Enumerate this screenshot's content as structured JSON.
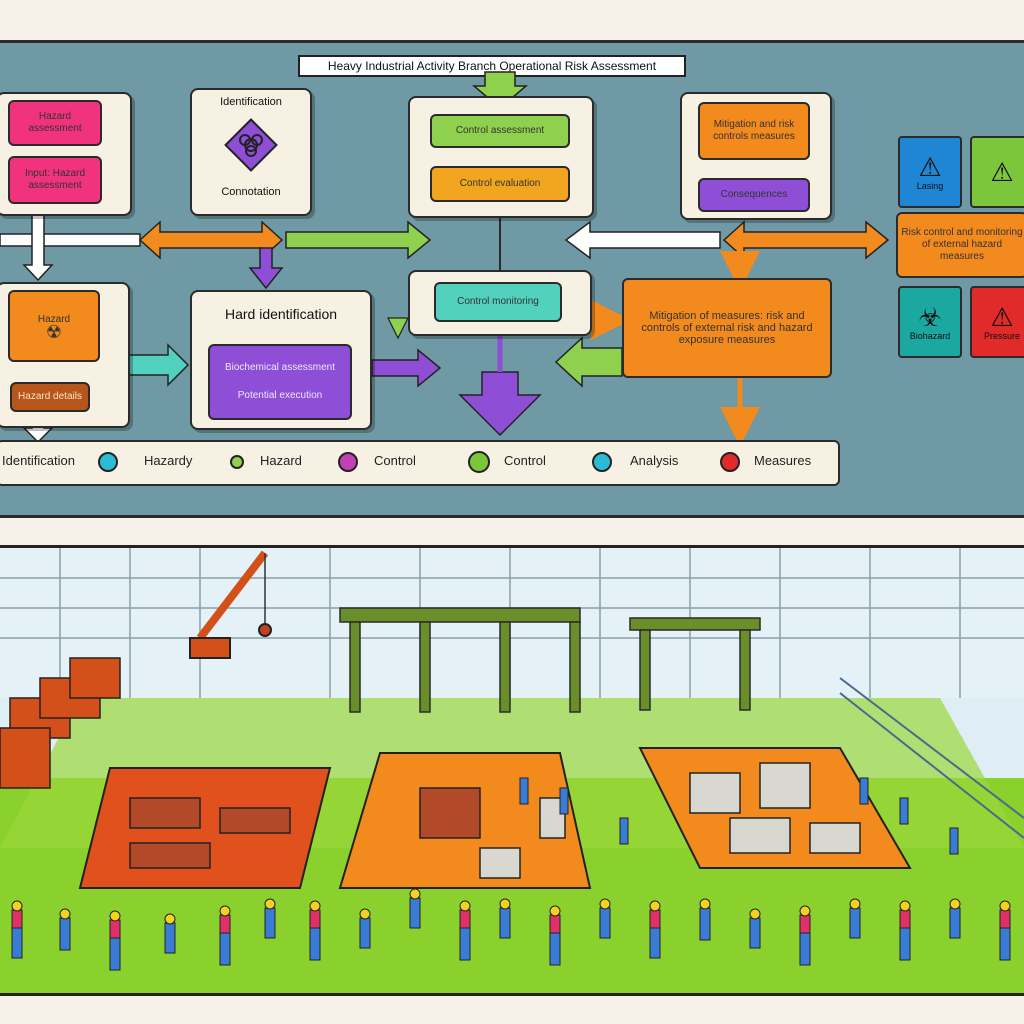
{
  "title": "Heavy Industrial Activity Branch Operational Risk Assessment",
  "cards": {
    "top_left": {
      "box1": "Hazard assessment",
      "box2": "Input: Hazard assessment"
    },
    "identification": {
      "heading": "Identification",
      "caption": "Connotation"
    },
    "top_center": {
      "box1": "Control assessment",
      "box2": "Control evaluation"
    },
    "top_right": {
      "box1": "Mitigation and risk controls measures",
      "box2": "Consequences"
    },
    "mid_left": {
      "box1": "Hazard",
      "box2": "Hazard details"
    },
    "hazard_id": {
      "heading": "Hard identification",
      "box": "Biochemical assessment",
      "sub": "Potential execution"
    },
    "center_small": {
      "box": "Control monitoring"
    },
    "mid_right": {
      "box": "Mitigation of measures: risk and controls of external risk and hazard exposure measures"
    },
    "right_orange": {
      "box": "Risk control and monitoring of external hazard measures"
    }
  },
  "hazards": [
    {
      "label": "Lasing",
      "color": "#1f86d6",
      "icon": "warning-icon"
    },
    {
      "label": "",
      "color": "#7cc63c",
      "icon": "warning-icon"
    },
    {
      "label": "Biohazard",
      "color": "#1aa8a0",
      "icon": "biohazard-icon"
    },
    {
      "label": "Pressure",
      "color": "#e12a2a",
      "icon": "warning-icon"
    }
  ],
  "legend": [
    {
      "label": "Identification",
      "color": "#2bbbd6"
    },
    {
      "label": "Hazardy",
      "color": "#8fd14f"
    },
    {
      "label": "Hazard",
      "color": "#c43fb5"
    },
    {
      "label": "Control",
      "color": "#7cc63c"
    },
    {
      "label": "Control",
      "color": "#2bbbd6"
    },
    {
      "label": "Analysis",
      "color": "#e12a2a"
    },
    {
      "label": "Measures",
      "color": "#e12a2a"
    }
  ],
  "colors": {
    "panel": "#6f9aa5",
    "pink": "#f0337c",
    "orange": "#f28a1e",
    "green": "#8fd14f",
    "purple": "#8e4fd6",
    "teal": "#52d1bf",
    "lime": "#a6d93c",
    "floor_green": "#8bd12e"
  }
}
